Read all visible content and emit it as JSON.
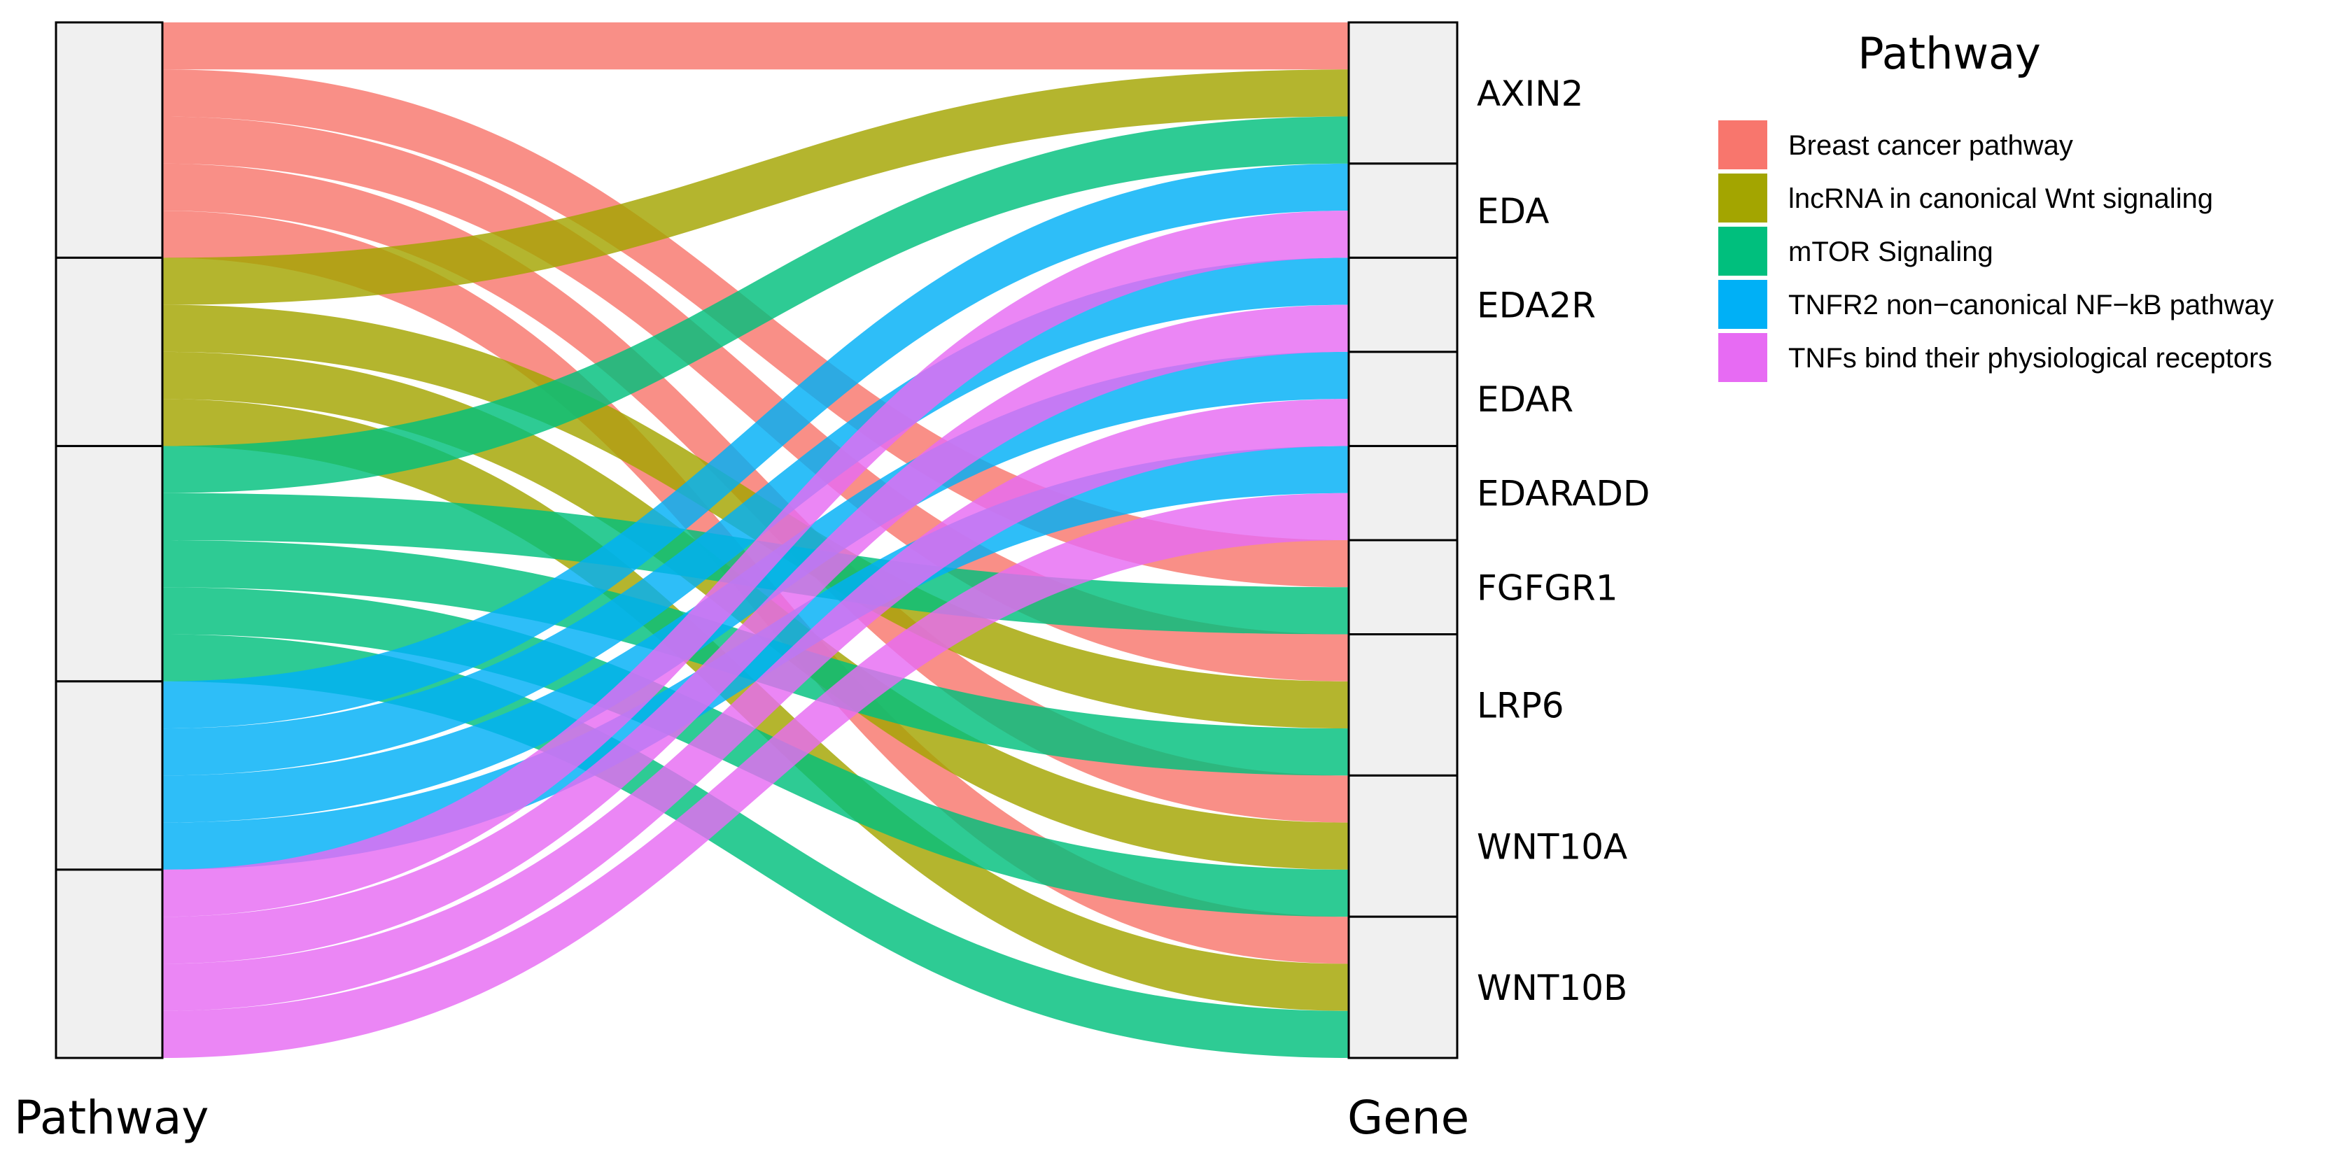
{
  "chart_data": {
    "type": "alluvial",
    "axes": [
      "Pathway",
      "Gene"
    ],
    "legend": {
      "title": "Pathway",
      "placement": "right",
      "entries": [
        {
          "name": "Breast cancer pathway",
          "color": "#F8766D"
        },
        {
          "name": "lncRNA in canonical Wnt signaling",
          "color": "#A3A500"
        },
        {
          "name": "mTOR Signaling",
          "color": "#00BF7D"
        },
        {
          "name": "TNFR2 non−canonical NF−kB pathway",
          "color": "#00B0F6"
        },
        {
          "name": "TNFs bind their physiological receptors",
          "color": "#E76BF3"
        }
      ]
    },
    "pathways": [
      "Breast cancer pathway",
      "lncRNA in canonical Wnt signaling",
      "mTOR Signaling",
      "TNFR2 non−canonical NF−kB pathway",
      "TNFs bind their physiological receptors"
    ],
    "genes": [
      "AXIN2",
      "EDA",
      "EDA2R",
      "EDAR",
      "EDARADD",
      "FGFGR1",
      "LRP6",
      "WNT10A",
      "WNT10B"
    ],
    "flows": [
      {
        "pathway": "Breast cancer pathway",
        "gene": "AXIN2",
        "value": 1
      },
      {
        "pathway": "Breast cancer pathway",
        "gene": "FGFGR1",
        "value": 1
      },
      {
        "pathway": "Breast cancer pathway",
        "gene": "LRP6",
        "value": 1
      },
      {
        "pathway": "Breast cancer pathway",
        "gene": "WNT10A",
        "value": 1
      },
      {
        "pathway": "Breast cancer pathway",
        "gene": "WNT10B",
        "value": 1
      },
      {
        "pathway": "lncRNA in canonical Wnt signaling",
        "gene": "AXIN2",
        "value": 1
      },
      {
        "pathway": "lncRNA in canonical Wnt signaling",
        "gene": "LRP6",
        "value": 1
      },
      {
        "pathway": "lncRNA in canonical Wnt signaling",
        "gene": "WNT10A",
        "value": 1
      },
      {
        "pathway": "lncRNA in canonical Wnt signaling",
        "gene": "WNT10B",
        "value": 1
      },
      {
        "pathway": "mTOR Signaling",
        "gene": "AXIN2",
        "value": 1
      },
      {
        "pathway": "mTOR Signaling",
        "gene": "FGFGR1",
        "value": 1
      },
      {
        "pathway": "mTOR Signaling",
        "gene": "LRP6",
        "value": 1
      },
      {
        "pathway": "mTOR Signaling",
        "gene": "WNT10A",
        "value": 1
      },
      {
        "pathway": "mTOR Signaling",
        "gene": "WNT10B",
        "value": 1
      },
      {
        "pathway": "TNFR2 non−canonical NF−kB pathway",
        "gene": "EDA",
        "value": 1
      },
      {
        "pathway": "TNFR2 non−canonical NF−kB pathway",
        "gene": "EDA2R",
        "value": 1
      },
      {
        "pathway": "TNFR2 non−canonical NF−kB pathway",
        "gene": "EDAR",
        "value": 1
      },
      {
        "pathway": "TNFR2 non−canonical NF−kB pathway",
        "gene": "EDARADD",
        "value": 1
      },
      {
        "pathway": "TNFs bind their physiological receptors",
        "gene": "EDA",
        "value": 1
      },
      {
        "pathway": "TNFs bind their physiological receptors",
        "gene": "EDA2R",
        "value": 1
      },
      {
        "pathway": "TNFs bind their physiological receptors",
        "gene": "EDAR",
        "value": 1
      },
      {
        "pathway": "TNFs bind their physiological receptors",
        "gene": "EDARADD",
        "value": 1
      }
    ]
  }
}
